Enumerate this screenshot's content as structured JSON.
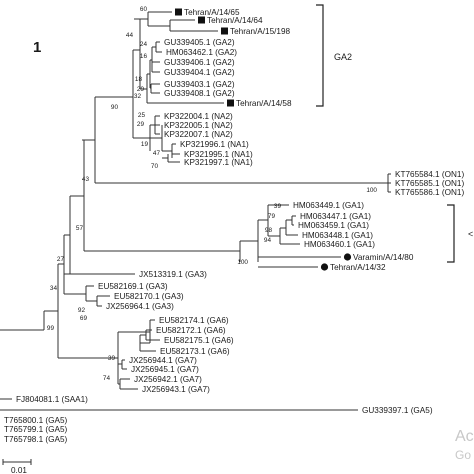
{
  "figure": {
    "number": "1",
    "clade_labels": {
      "ga2": "GA2",
      "partial": "<"
    },
    "scale": {
      "value": "0.01"
    },
    "watermark": {
      "line1": "Ac",
      "line2": "Go"
    },
    "tips": [
      "Tehran/A/14/65",
      "Tehran/A/14/64",
      "Tehran/A/15/198",
      "GU339405.1 (GA2)",
      "HM063462.1 (GA2)",
      "GU339406.1 (GA2)",
      "GU339404.1 (GA2)",
      "GU339403.1 (GA2)",
      "GU339408.1 (GA2)",
      "Tehran/A/14/58",
      "KP322004.1 (NA2)",
      "KP322005.1 (NA2)",
      "KP322007.1 (NA2)",
      "KP321996.1 (NA1)",
      "KP321995.1 (NA1)",
      "KP321997.1 (NA1)",
      "KT765584.1 (ON1)",
      "KT765585.1 (ON1)",
      "KT765586.1 (ON1)",
      "HM063449.1 (GA1)",
      "HM063447.1 (GA1)",
      "HM063459.1 (GA1)",
      "HM063448.1 (GA1)",
      "HM063460.1 (GA1)",
      "Varamin/A/14/80",
      "Tehran/A/14/32",
      "JX513319.1 (GA3)",
      "EU582169.1 (GA3)",
      "EU582170.1 (GA3)",
      "JX256964.1 (GA3)",
      "EU582174.1 (GA6)",
      "EU582172.1 (GA6)",
      "EU582175.1 (GA6)",
      "EU582173.1 (GA6)",
      "JX256944.1 (GA7)",
      "JX256945.1 (GA7)",
      "JX256942.1 (GA7)",
      "JX256943.1 (GA7)",
      "FJ804081.1 (SAA1)",
      "GU339397.1 (GA5)",
      "T765800.1 (GA5)",
      "T765799.1 (GA5)",
      "T765798.1 (GA5)"
    ],
    "bootstraps": [
      "60",
      "44",
      "24",
      "16",
      "18",
      "29",
      "32",
      "90",
      "25",
      "29",
      "19",
      "47",
      "70",
      "43",
      "100",
      "39",
      "79",
      "98",
      "94",
      "100",
      "57",
      "27",
      "34",
      "92",
      "69",
      "99",
      "39",
      "74"
    ],
    "markers": [
      {
        "tip": "Tehran/A/14/65",
        "shape": "square"
      },
      {
        "tip": "Tehran/A/14/64",
        "shape": "square"
      },
      {
        "tip": "Tehran/A/15/198",
        "shape": "square"
      },
      {
        "tip": "Tehran/A/14/58",
        "shape": "square"
      },
      {
        "tip": "Varamin/A/14/80",
        "shape": "circle"
      },
      {
        "tip": "Tehran/A/14/32",
        "shape": "circle"
      }
    ]
  }
}
